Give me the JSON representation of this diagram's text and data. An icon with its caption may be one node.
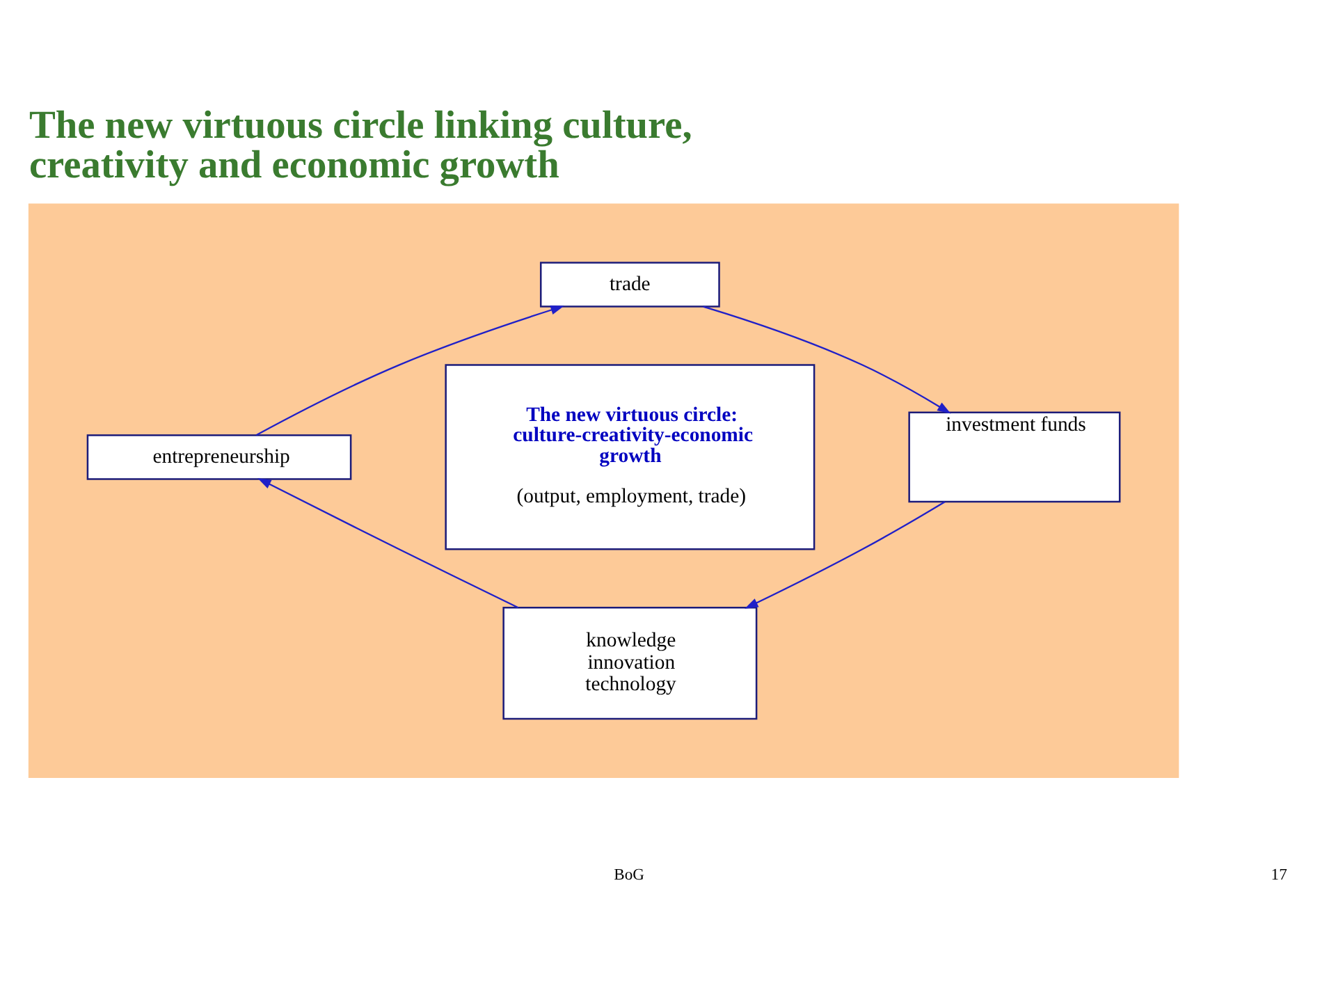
{
  "diagram": {
    "title": "The new virtuous circle linking culture, creativity and economic growth",
    "nodes": [
      {
        "text": [],
        "shape": "box"
      },
      {
        "text": [
          "trade"
        ],
        "in": 0
      },
      {
        "text": [
          "entrepreneurship"
        ],
        "in": 0
      },
      {
        "text": [
          "The new virtuous circle: culture-creativity-economic growth",
          "(output, employment, trade)"
        ],
        "in": 0
      },
      {
        "text": [
          "investment funds"
        ],
        "in": 0
      },
      {
        "text": [
          "knowledge innovation technology"
        ],
        "in": 0
      }
    ],
    "edges": [
      {
        "from": 2,
        "to": 1,
        "arrow": "to"
      },
      {
        "from": 1,
        "to": 4,
        "arrow": "to"
      },
      {
        "from": 4,
        "to": 5,
        "arrow": "to"
      },
      {
        "from": 5,
        "to": 2,
        "arrow": "to"
      }
    ],
    "labels": [
      "BoG",
      "17"
    ]
  }
}
